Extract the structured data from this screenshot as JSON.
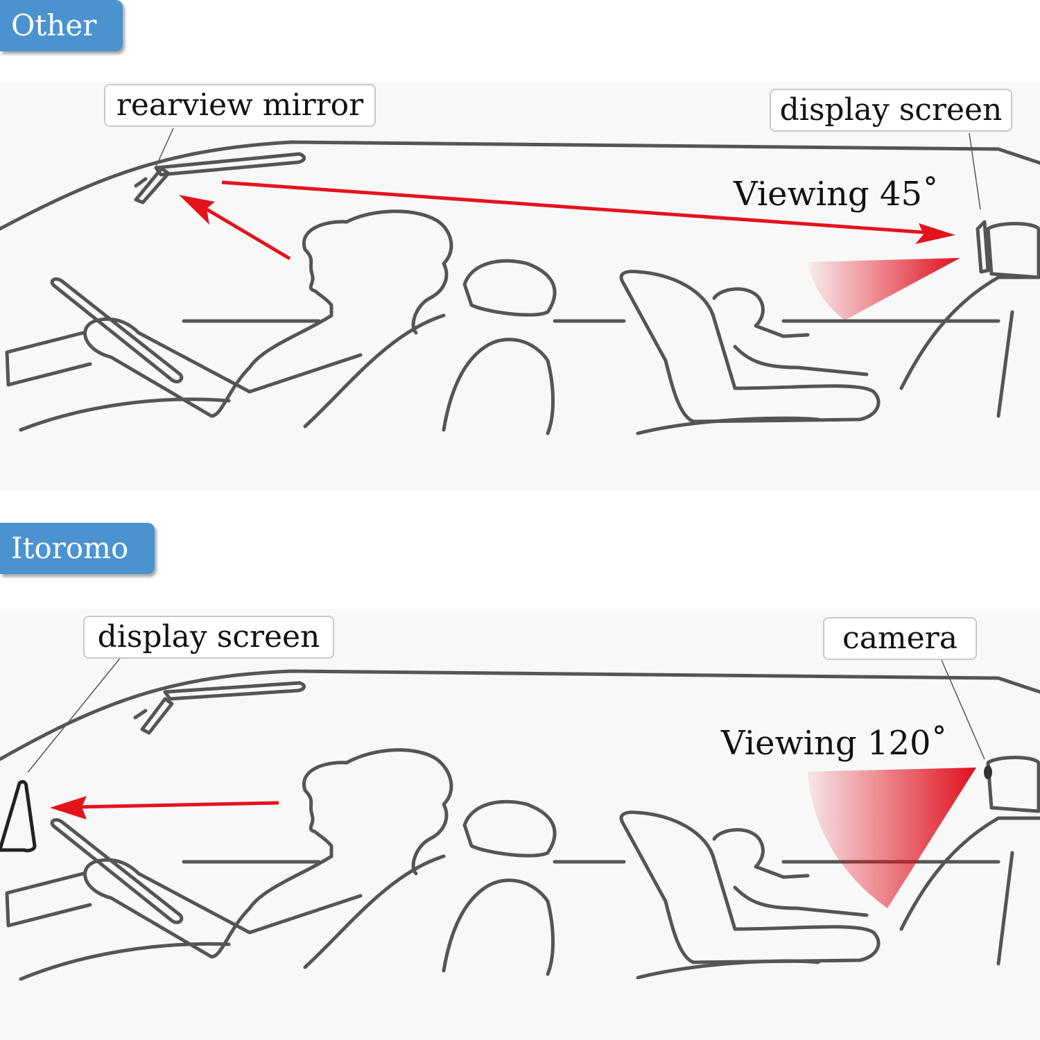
{
  "colors": {
    "tag_background": "#4b93cf",
    "tag_text": "#ffffff",
    "arrow": "#e3131b",
    "viewing_cone": "#e0101e",
    "line_art": "#555555"
  },
  "panels": [
    {
      "tag": "Other",
      "callouts": [
        "rearview mirror",
        "display screen"
      ],
      "viewing_label": "Viewing 45˚",
      "viewing_angle_deg": 45
    },
    {
      "tag": "Itoromo",
      "callouts": [
        "display screen",
        "camera"
      ],
      "viewing_label": "Viewing 120˚",
      "viewing_angle_deg": 120
    }
  ]
}
